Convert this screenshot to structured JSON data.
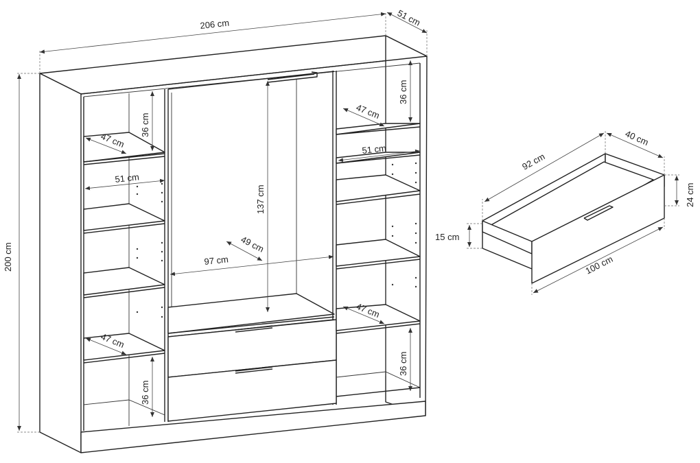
{
  "wardrobe": {
    "width": "206 cm",
    "depth": "51 cm",
    "height": "200 cm",
    "hanging_height": "137 cm",
    "hanging_width": "97 cm",
    "hanging_depth": "49 cm",
    "shelf_height_left_top": "36 cm",
    "shelf_height_left_bottom": "36 cm",
    "shelf_height_right_top": "36 cm",
    "shelf_height_right_bottom": "36 cm",
    "shelf_depth_left_top": "47 cm",
    "shelf_depth_left_bottom": "47 cm",
    "shelf_depth_right_top": "47 cm",
    "shelf_depth_right_bottom": "47 cm",
    "shelf_width_left": "51 cm",
    "shelf_width_right": "51 cm"
  },
  "drawer": {
    "length_inner": "92 cm",
    "depth": "40 cm",
    "height_front": "24 cm",
    "height_side": "15 cm",
    "length_front": "100 cm"
  },
  "colors": {
    "line": "#222222",
    "background": "#ffffff"
  }
}
